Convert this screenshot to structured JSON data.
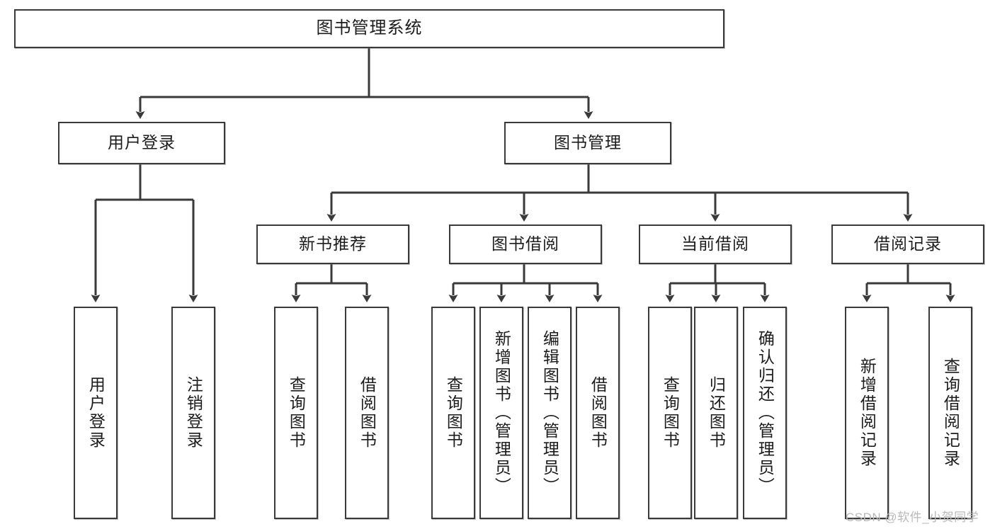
{
  "diagram": {
    "title": "图书管理系统",
    "type": "functional-hierarchy-tree",
    "root": {
      "label": "图书管理系统"
    },
    "level2": [
      {
        "label": "用户登录"
      },
      {
        "label": "图书管理"
      }
    ],
    "level3": [
      {
        "label": "新书推荐"
      },
      {
        "label": "图书借阅"
      },
      {
        "label": "当前借阅"
      },
      {
        "label": "借阅记录"
      }
    ],
    "leaves": {
      "user_login": [
        {
          "label": "用户登录"
        },
        {
          "label": "注销登录"
        }
      ],
      "new_book_recommend": [
        {
          "label": "查询图书"
        },
        {
          "label": "借阅图书"
        }
      ],
      "book_borrow": [
        {
          "label": "查询图书"
        },
        {
          "label": "新增图书（管理员）"
        },
        {
          "label": "编辑图书（管理员）"
        },
        {
          "label": "借阅图书"
        }
      ],
      "current_borrow": [
        {
          "label": "查询图书"
        },
        {
          "label": "归还图书"
        },
        {
          "label": "确认归还（管理员）"
        }
      ],
      "borrow_record": [
        {
          "label": "新增借阅记录"
        },
        {
          "label": "查询借阅记录"
        }
      ]
    }
  },
  "watermark": {
    "text": "CSDN @软件_小贺同学"
  },
  "colors": {
    "stroke": "#3a3a3a",
    "text": "#1c1c1c",
    "background": "#ffffff",
    "watermark": "#b9b9b9"
  }
}
